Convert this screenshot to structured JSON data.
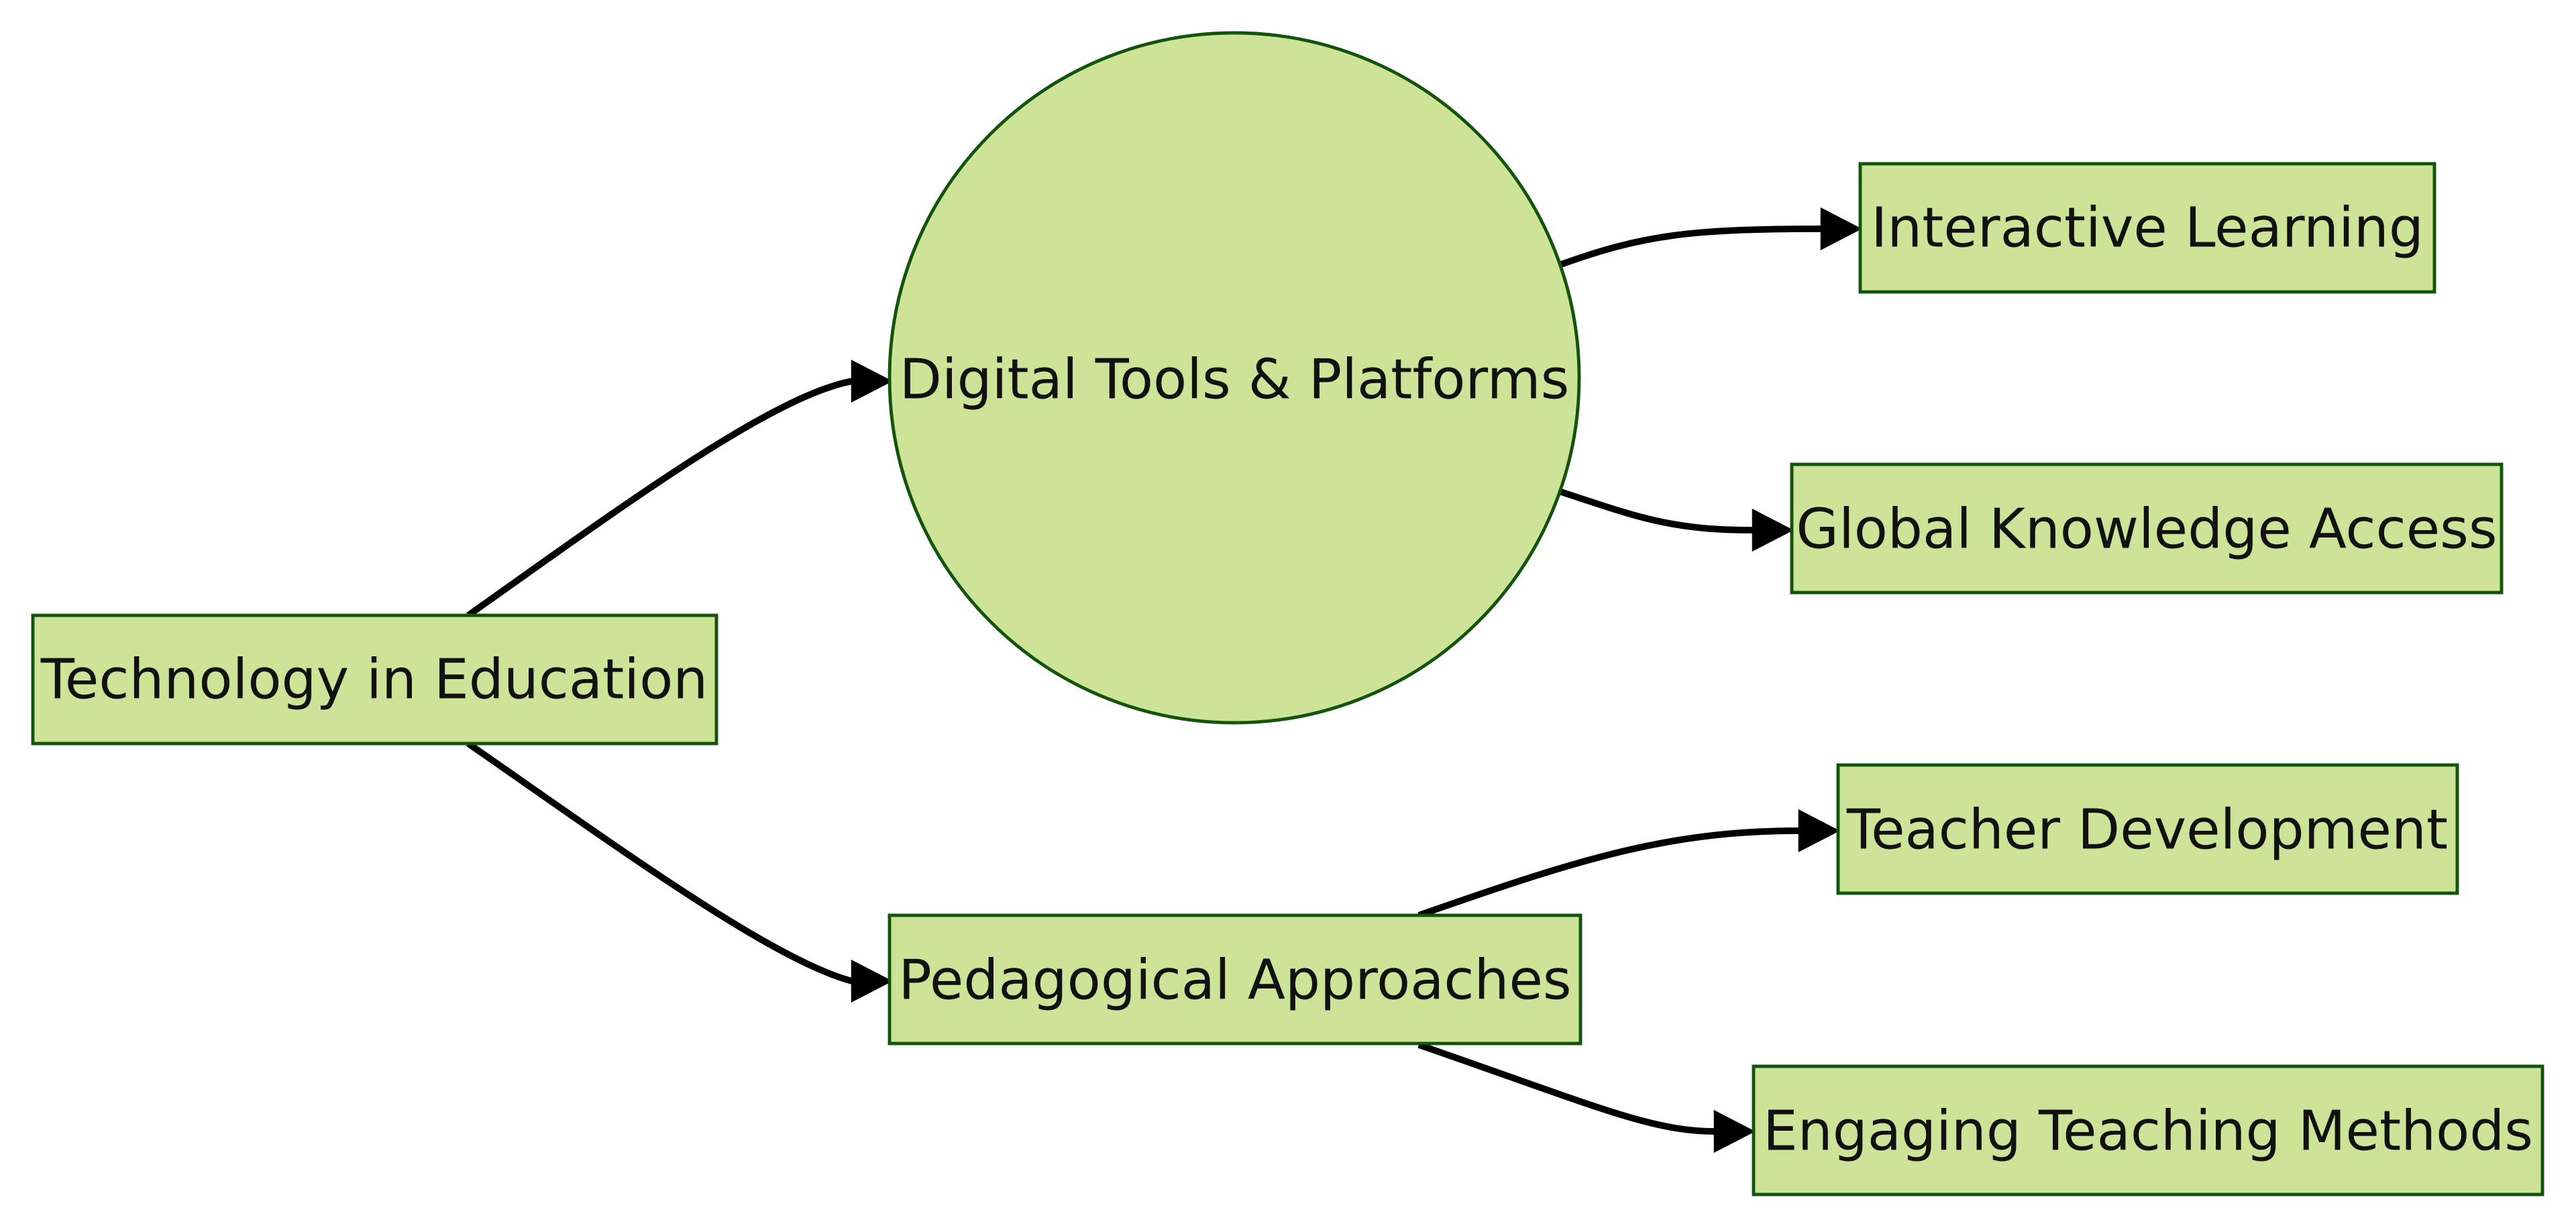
{
  "diagram": {
    "type": "flowchart",
    "direction": "left-to-right",
    "colors": {
      "node_fill": "#cde498",
      "node_stroke": "#13540c",
      "edge": "#000000",
      "text": "#111111"
    },
    "nodes": {
      "technology": {
        "label": "Technology in Education",
        "shape": "rectangle"
      },
      "digital_tools": {
        "label": "Digital Tools & Platforms",
        "shape": "circle"
      },
      "pedagogical": {
        "label": "Pedagogical Approaches",
        "shape": "rectangle"
      },
      "interactive": {
        "label": "Interactive Learning",
        "shape": "rectangle"
      },
      "global_knowledge": {
        "label": "Global Knowledge Access",
        "shape": "rectangle"
      },
      "teacher_dev": {
        "label": "Teacher Development",
        "shape": "rectangle"
      },
      "engaging": {
        "label": "Engaging Teaching Methods",
        "shape": "rectangle"
      }
    },
    "edges": [
      {
        "from": "technology",
        "to": "digital_tools"
      },
      {
        "from": "technology",
        "to": "pedagogical"
      },
      {
        "from": "digital_tools",
        "to": "interactive"
      },
      {
        "from": "digital_tools",
        "to": "global_knowledge"
      },
      {
        "from": "pedagogical",
        "to": "teacher_dev"
      },
      {
        "from": "pedagogical",
        "to": "engaging"
      }
    ]
  }
}
